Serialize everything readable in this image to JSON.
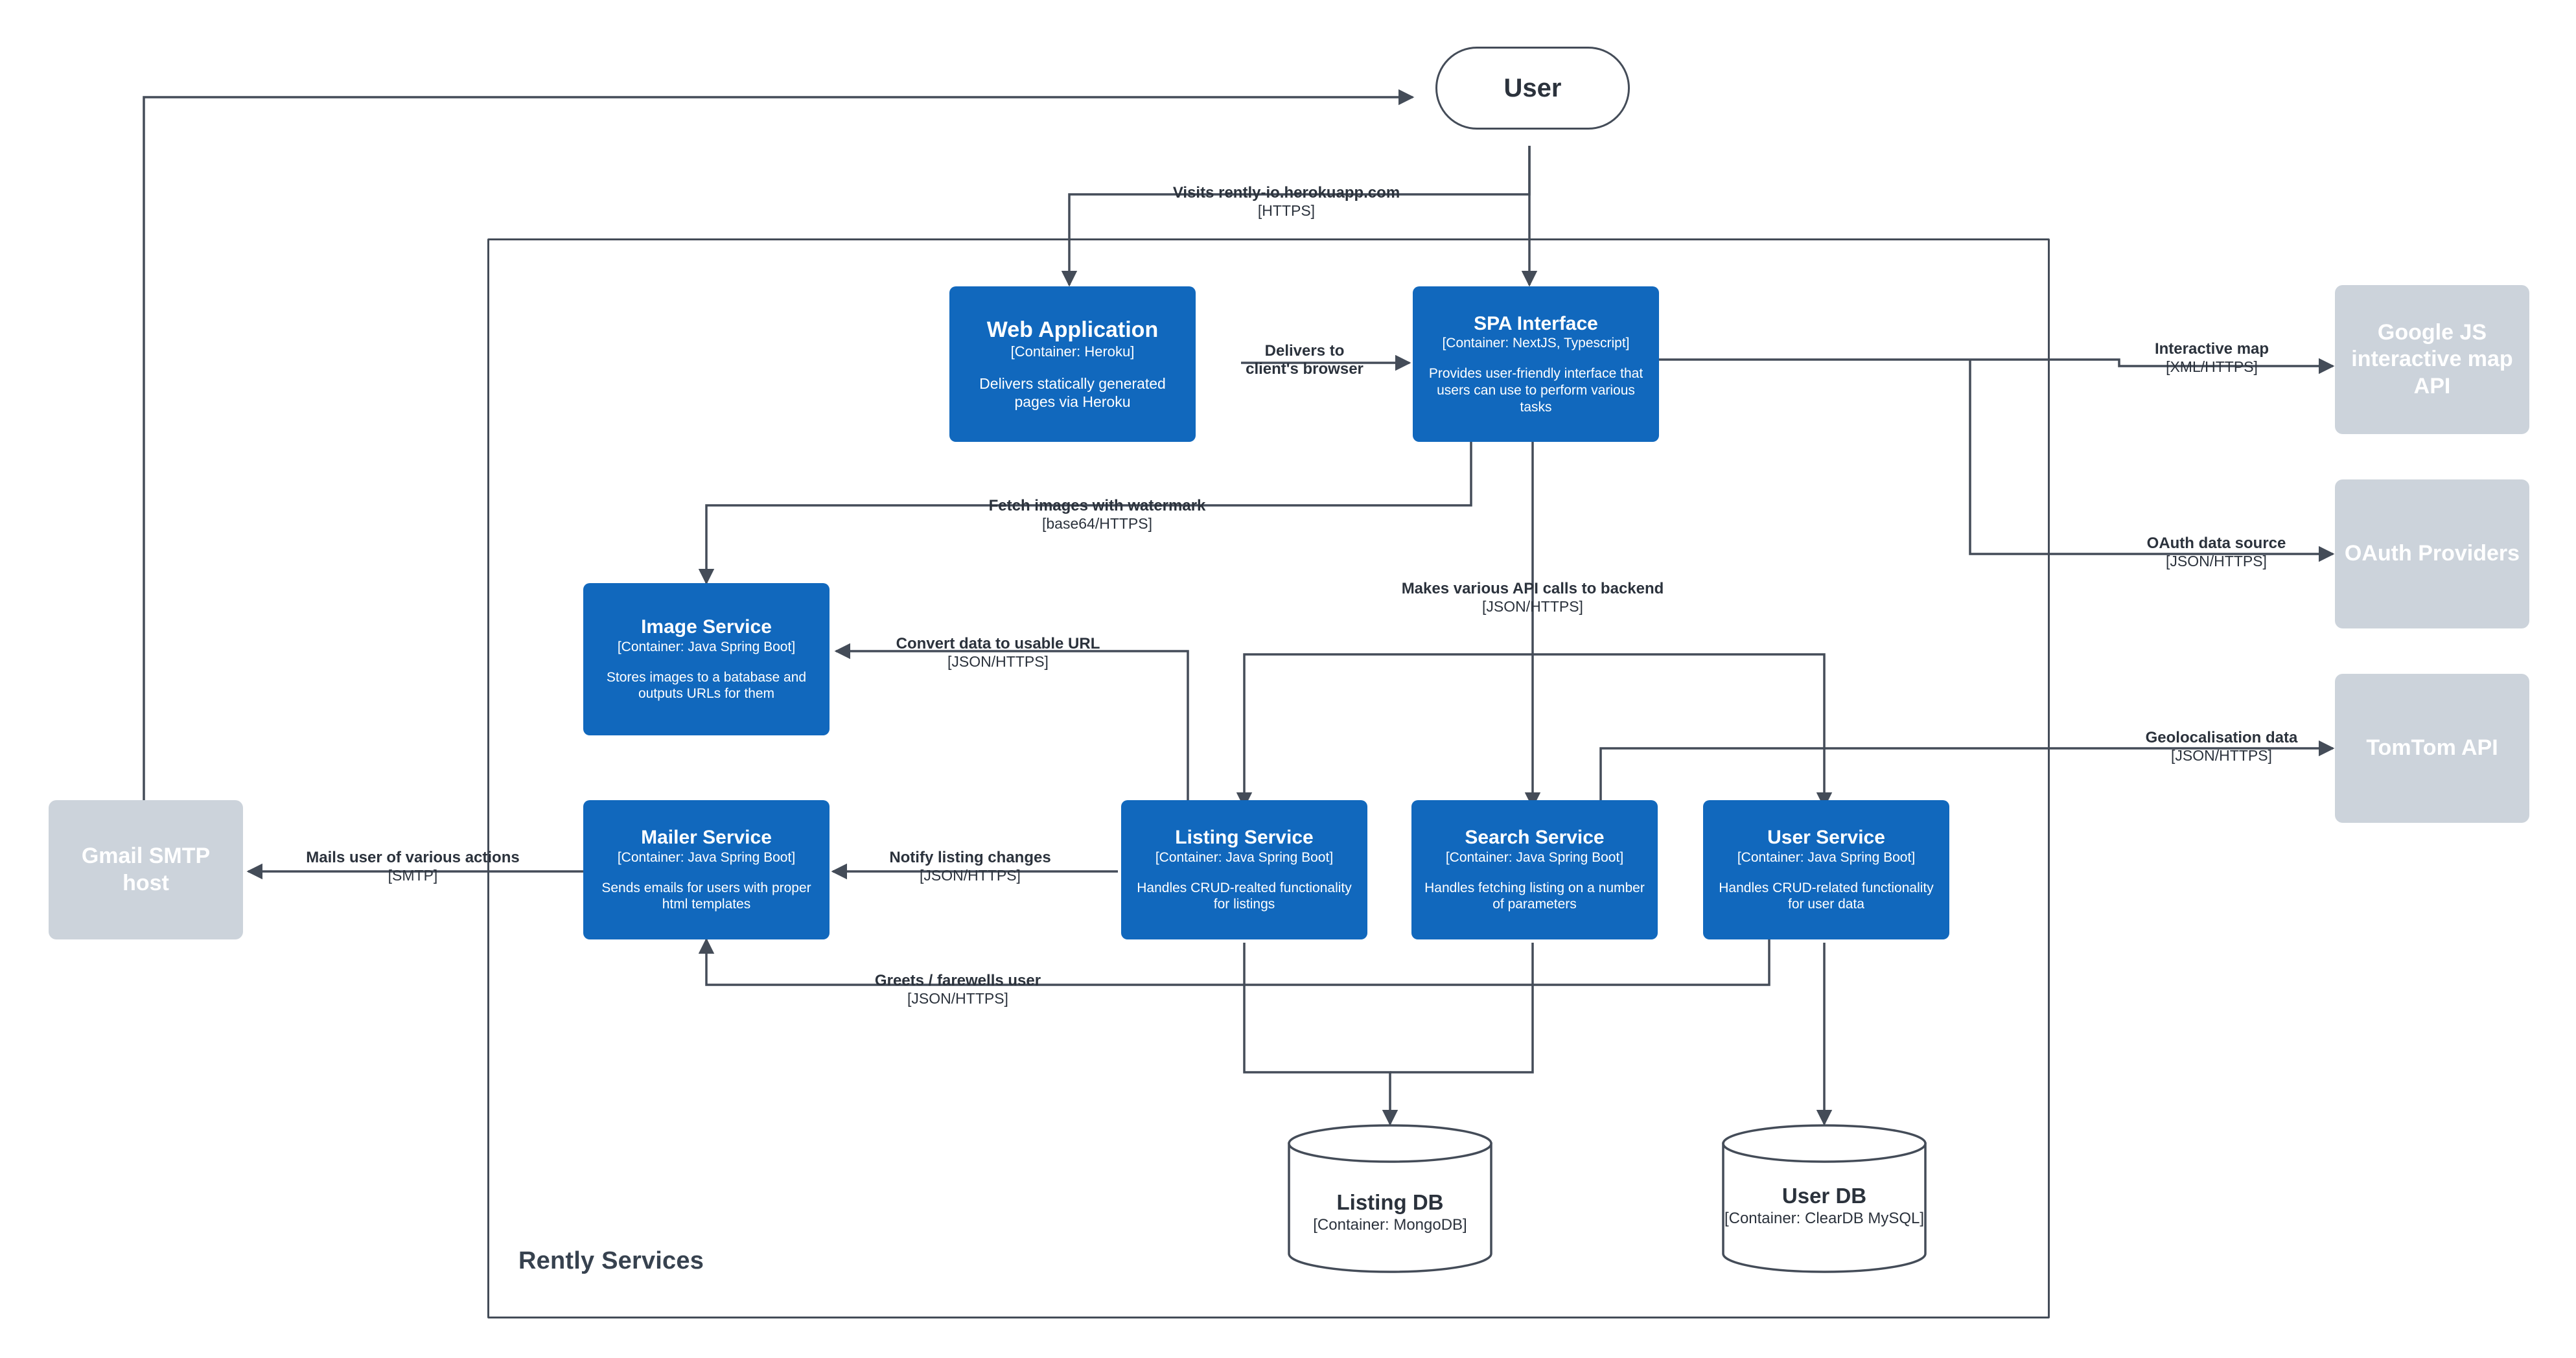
{
  "diagram": {
    "type": "c4-container-diagram",
    "background": "#ffffff",
    "colors": {
      "container": "#1168bd",
      "external": "#ccd3db",
      "line": "#444c58",
      "text_dark": "#2b323c",
      "text_light": "#ffffff"
    }
  },
  "boundary": {
    "label": "Rently Services"
  },
  "nodes": {
    "user": {
      "title": "User",
      "shape": "rounded-person"
    },
    "web_application": {
      "title": "Web Application",
      "tech": "[Container: Heroku]",
      "description": "Delivers statically generated pages via Heroku"
    },
    "spa_interface": {
      "title": "SPA Interface",
      "tech": "[Container: NextJS, Typescript]",
      "description": "Provides user-friendly interface that users can use to perform various tasks"
    },
    "image_service": {
      "title": "Image Service",
      "tech": "[Container: Java Spring Boot]",
      "description": "Stores images to a batabase and outputs URLs for them"
    },
    "mailer_service": {
      "title": "Mailer Service",
      "tech": "[Container: Java Spring Boot]",
      "description": "Sends emails for users with proper html templates"
    },
    "listing_service": {
      "title": "Listing Service",
      "tech": "[Container: Java Spring Boot]",
      "description": "Handles CRUD-realted functionality for listings"
    },
    "search_service": {
      "title": "Search Service",
      "tech": "[Container: Java Spring Boot]",
      "description": "Handles fetching listing on a number of parameters"
    },
    "user_service": {
      "title": "User Service",
      "tech": "[Container: Java Spring Boot]",
      "description": "Handles CRUD-related functionality for user data"
    },
    "listing_db": {
      "title": "Listing DB",
      "tech": "[Container: MongoDB]"
    },
    "user_db": {
      "title": "User DB",
      "tech": "[Container: ClearDB MySQL]"
    },
    "gmail_smtp": {
      "title": "Gmail SMTP host"
    },
    "google_maps": {
      "title": "Google JS interactive map API"
    },
    "oauth_providers": {
      "title": "OAuth Providers"
    },
    "tomtom_api": {
      "title": "TomTom API"
    }
  },
  "edges": [
    {
      "id": "visits",
      "from": "user",
      "to": "web-application-and-spa",
      "label": "Visits rently-io.herokuapp.com",
      "tech": "[HTTPS]"
    },
    {
      "id": "delivers",
      "from": "web_application",
      "to": "spa_interface",
      "label": "Delivers to client's browser",
      "tech": ""
    },
    {
      "id": "fetch-images",
      "from": "spa_interface",
      "to": "image_service",
      "label": "Fetch images with watermark",
      "tech": "[base64/HTTPS]"
    },
    {
      "id": "api-calls",
      "from": "spa_interface",
      "to": "backend-services",
      "label": "Makes various API calls to backend",
      "tech": "[JSON/HTTPS]"
    },
    {
      "id": "convert-url",
      "from": "listing_service",
      "to": "image_service",
      "label": "Convert data to usable URL",
      "tech": "[JSON/HTTPS]"
    },
    {
      "id": "notify-listing",
      "from": "listing_service",
      "to": "mailer_service",
      "label": "Notify listing changes",
      "tech": "[JSON/HTTPS]"
    },
    {
      "id": "greets-user",
      "from": "user_service",
      "to": "mailer_service",
      "label": "Greets / farewells user",
      "tech": "[JSON/HTTPS]"
    },
    {
      "id": "mails-user",
      "from": "mailer_service",
      "to": "gmail_smtp",
      "label": "Mails user of various actions",
      "tech": "[SMTP]"
    },
    {
      "id": "interactive-map",
      "from": "spa_interface",
      "to": "google_maps",
      "label": "Interactive map",
      "tech": "[XML/HTTPS]"
    },
    {
      "id": "oauth-data",
      "from": "spa_interface",
      "to": "oauth_providers",
      "label": "OAuth data source",
      "tech": "[JSON/HTTPS]"
    },
    {
      "id": "geolocalisation",
      "from": "search_service",
      "to": "tomtom_api",
      "label": "Geolocalisation data",
      "tech": "[JSON/HTTPS]"
    }
  ]
}
